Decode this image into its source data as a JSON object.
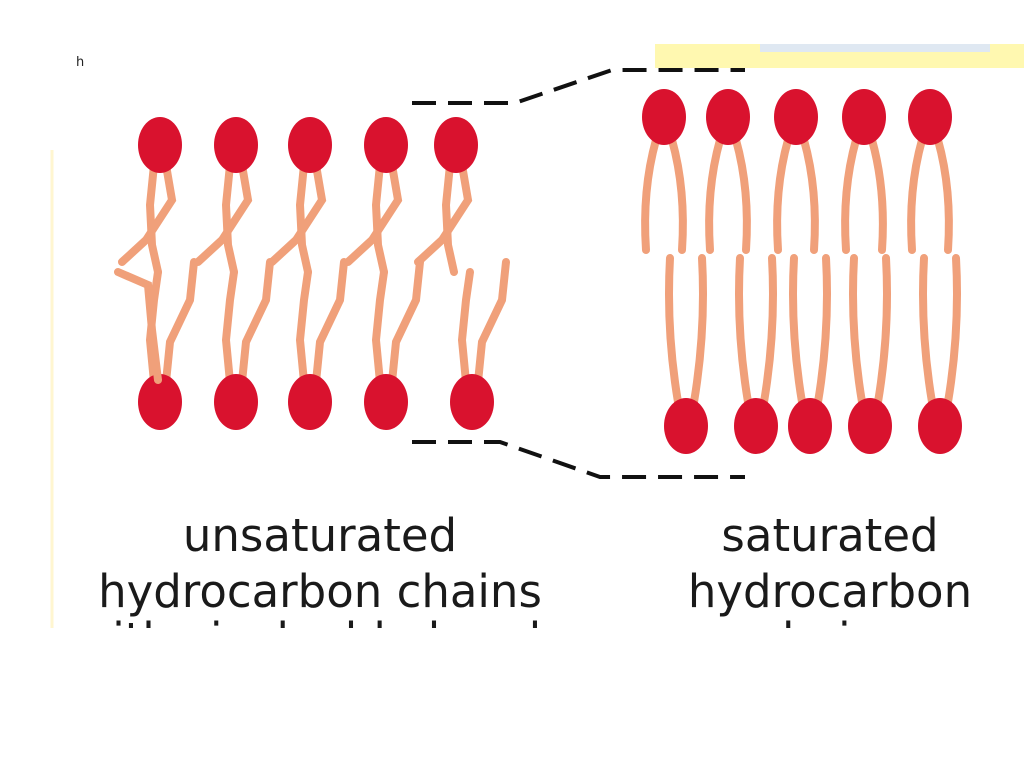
{
  "diagram": {
    "left_panel": {
      "caption_line1": "unsaturated",
      "caption_line2": "hydrocarbon chains",
      "caption_line3": "with cis double bonds"
    },
    "right_panel": {
      "caption_line1": "saturated",
      "caption_line2": "hydrocarbon",
      "caption_line3": "chains"
    },
    "colors": {
      "head": "#d9122e",
      "tail": "#f0a07a",
      "dash": "#111111",
      "highlight": "#fff8a8"
    }
  }
}
